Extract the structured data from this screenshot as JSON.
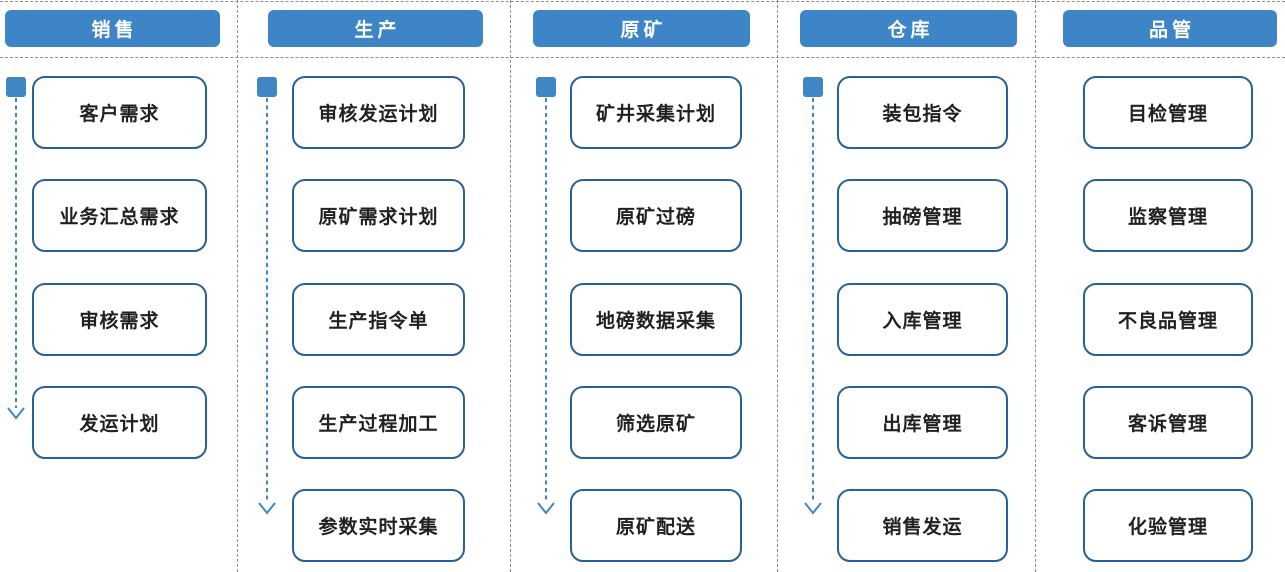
{
  "diagram_title": "",
  "columns": [
    {
      "title": "销售",
      "has_flow_arrow": true,
      "items": [
        "客户需求",
        "业务汇总需求",
        "审核需求",
        "发运计划"
      ]
    },
    {
      "title": "生产",
      "has_flow_arrow": true,
      "items": [
        "审核发运计划",
        "原矿需求计划",
        "生产指令单",
        "生产过程加工",
        "参数实时采集"
      ]
    },
    {
      "title": "原矿",
      "has_flow_arrow": true,
      "items": [
        "矿井采集计划",
        "原矿过磅",
        "地磅数据采集",
        "筛选原矿",
        "原矿配送"
      ]
    },
    {
      "title": "仓库",
      "has_flow_arrow": true,
      "items": [
        "装包指令",
        "抽磅管理",
        "入库管理",
        "出库管理",
        "销售发运"
      ]
    },
    {
      "title": "品管",
      "has_flow_arrow": false,
      "items": [
        "目检管理",
        "监察管理",
        "不良品管理",
        "客诉管理",
        "化验管理"
      ]
    }
  ],
  "colors": {
    "header_fill": "#3D85C6",
    "marker_fill": "#3F86C5",
    "box_border": "#27619C",
    "arrow_blue": "#3E86C8",
    "grid_line_gray": "#8C8C8C",
    "box_text": "#212121",
    "header_text": "#FFFFFF"
  }
}
